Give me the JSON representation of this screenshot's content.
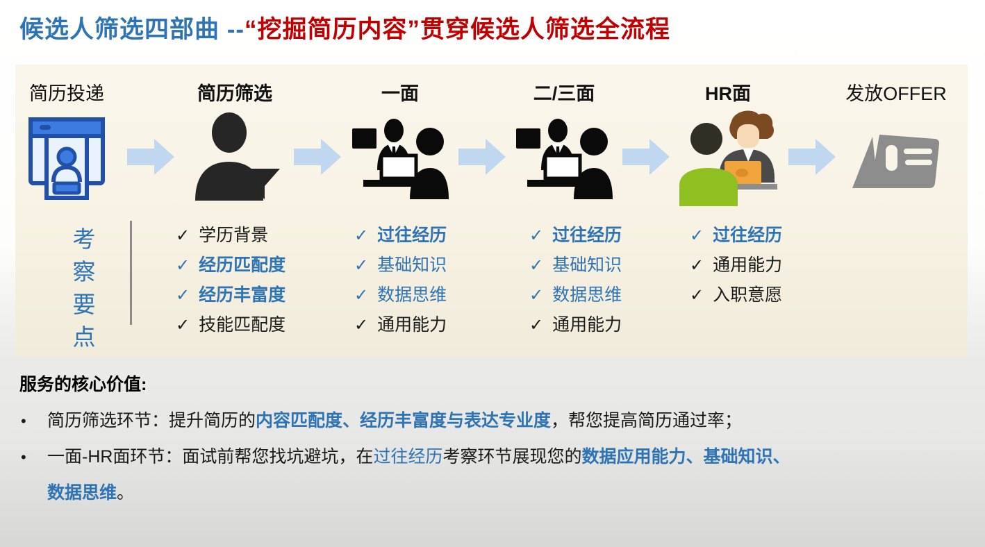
{
  "colors": {
    "accent_blue": "#2E74B5",
    "accent_red": "#C00000",
    "panel_background": "#F8F3E7",
    "arrow_blue": "#BFD7EF",
    "icon_dark": "#262626",
    "offer_gray": "#8C8C8C",
    "hr_green": "#8FBF21",
    "hr_orange": "#F2A43C",
    "resume_blue": "#3D7BE0",
    "resume_border": "#2150A8",
    "divider_gray": "#8A8A8A"
  },
  "title": {
    "part_blue": "候选人筛选四部曲 --",
    "part_red": "“挖掘简历内容”贯穿候选人筛选全流程"
  },
  "flow": {
    "stages": [
      {
        "label": "简历投递",
        "style": "normal",
        "icon": "resume-document-icon"
      },
      {
        "label": "简历筛选",
        "style": "bold",
        "icon": "person-funnel-icon"
      },
      {
        "label": "一面",
        "style": "bold",
        "icon": "interview-desk-icon"
      },
      {
        "label": "二/三面",
        "style": "bold",
        "icon": "interview-desk-icon"
      },
      {
        "label": "HR面",
        "style": "bold",
        "icon": "hr-interview-icon"
      },
      {
        "label": "发放OFFER",
        "style": "normal",
        "icon": "offer-card-icon"
      }
    ]
  },
  "criteria": {
    "axis_label": "考察要点",
    "check_glyph": "✓",
    "columns": [
      {
        "stage": "简历筛选",
        "items": [
          {
            "text": "学历背景",
            "style": "black"
          },
          {
            "text": "经历匹配度",
            "style": "blue-bold"
          },
          {
            "text": "经历丰富度",
            "style": "blue-bold"
          },
          {
            "text": "技能匹配度",
            "style": "black"
          }
        ]
      },
      {
        "stage": "一面",
        "items": [
          {
            "text": "过往经历",
            "style": "blue-bold"
          },
          {
            "text": "基础知识",
            "style": "blue"
          },
          {
            "text": "数据思维",
            "style": "blue"
          },
          {
            "text": "通用能力",
            "style": "black"
          }
        ]
      },
      {
        "stage": "二/三面",
        "items": [
          {
            "text": "过往经历",
            "style": "blue-bold"
          },
          {
            "text": "基础知识",
            "style": "blue"
          },
          {
            "text": "数据思维",
            "style": "blue"
          },
          {
            "text": "通用能力",
            "style": "black"
          }
        ]
      },
      {
        "stage": "HR面",
        "items": [
          {
            "text": "过往经历",
            "style": "blue-bold"
          },
          {
            "text": "通用能力",
            "style": "black"
          },
          {
            "text": "入职意愿",
            "style": "black"
          }
        ]
      }
    ]
  },
  "footer": {
    "heading": "服务的核心价值:",
    "bullet_glyph": "•",
    "bullets": [
      {
        "segments": [
          {
            "text": "简历筛选环节：提升简历的",
            "style": "black"
          },
          {
            "text": "内容匹配度、经历丰富度与表达专业度",
            "style": "blue-bold"
          },
          {
            "text": "，帮您提高简历通过率；",
            "style": "black"
          }
        ]
      },
      {
        "segments": [
          {
            "text": "一面-HR面环节：面试前帮您找坑避坑，在",
            "style": "black"
          },
          {
            "text": "过往经历",
            "style": "blue"
          },
          {
            "text": "考察环节展现您的",
            "style": "black"
          },
          {
            "text": "数据应用能力、基础知识、",
            "style": "blue-bold"
          }
        ]
      },
      {
        "segments": [
          {
            "text": "数据思维",
            "style": "blue-bold"
          },
          {
            "text": "。",
            "style": "black"
          }
        ]
      }
    ]
  }
}
